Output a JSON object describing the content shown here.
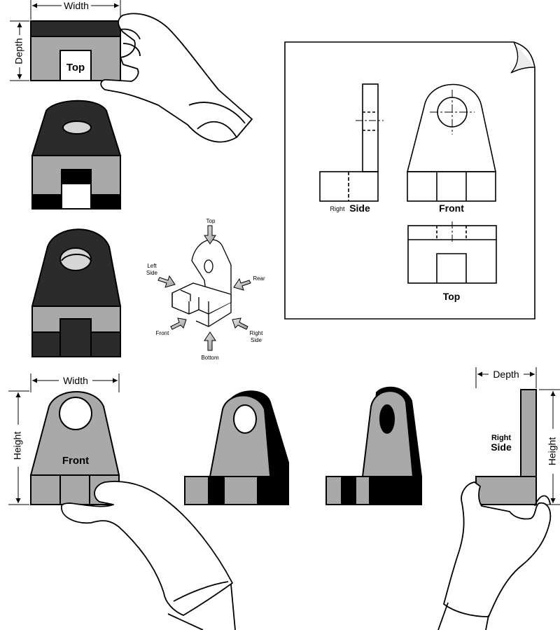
{
  "colors": {
    "ink": "#000000",
    "dark": "#2b2b2b",
    "gray": "#a9a9a9",
    "light": "#d6d6d6",
    "paper": "#ffffff"
  },
  "dimensions": {
    "width": "Width",
    "depth": "Depth",
    "height": "Height"
  },
  "views": {
    "top": "Top",
    "front": "Front",
    "right_small": "Right",
    "side": "Side"
  },
  "direction_arrows": {
    "top": "Top",
    "left_side_1": "Left",
    "left_side_2": "Side",
    "rear": "Rear",
    "front": "Front",
    "right_side_1": "Right",
    "right_side_2": "Side",
    "bottom": "Bottom"
  },
  "icons": {
    "hand": "hand-icon",
    "arrow": "arrow-icon"
  }
}
